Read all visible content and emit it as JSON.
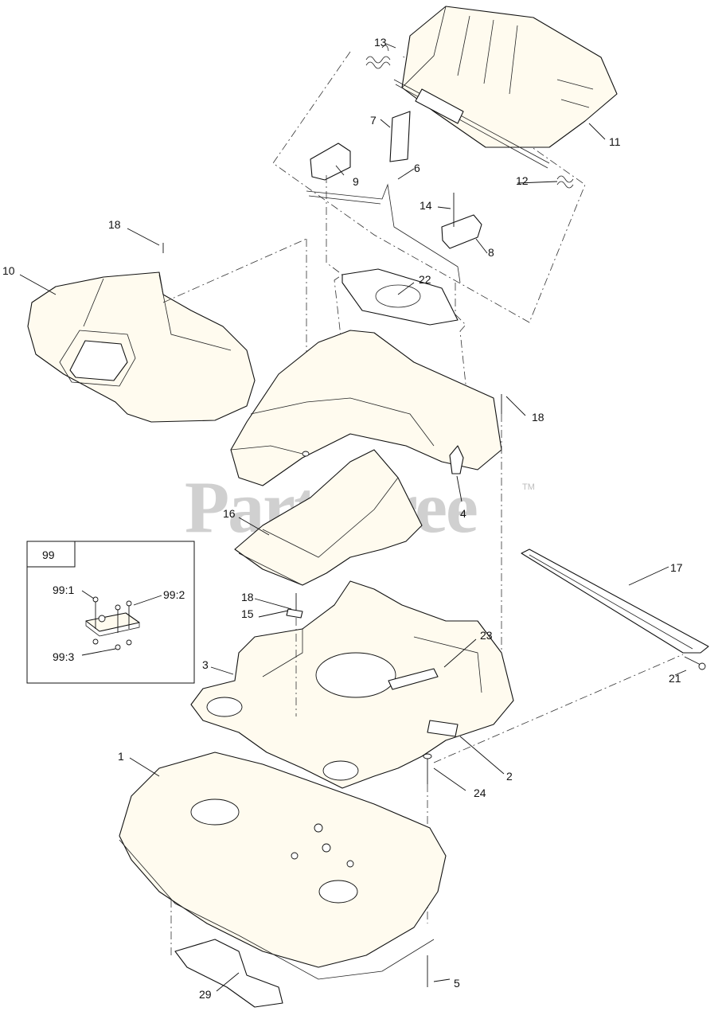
{
  "watermark": {
    "brand": "PartsTree",
    "trademark": "TM"
  },
  "inset": {
    "label": "99",
    "callouts": [
      "99:1",
      "99:2",
      "99:3"
    ]
  },
  "callouts": {
    "c1": "1",
    "c2": "2",
    "c3": "3",
    "c4": "4",
    "c5": "5",
    "c6": "6",
    "c7": "7",
    "c8": "8",
    "c9": "9",
    "c10": "10",
    "c11": "11",
    "c12": "12",
    "c13": "13",
    "c14": "14",
    "c15": "15",
    "c16": "16",
    "c17": "17",
    "c18a": "18",
    "c18b": "18",
    "c18c": "18",
    "c21": "21",
    "c22": "22",
    "c23": "23",
    "c24": "24",
    "c29": "29"
  }
}
